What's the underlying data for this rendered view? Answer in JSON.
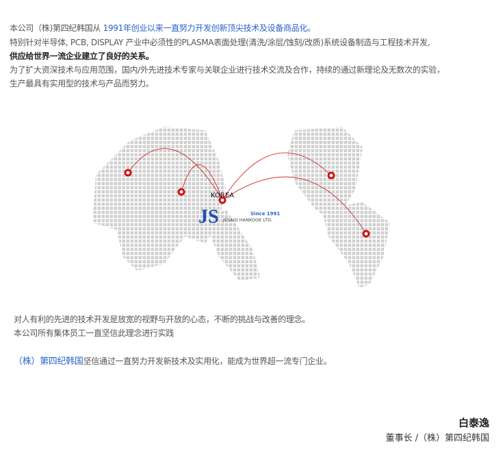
{
  "intro": {
    "l1a": "本公司（株)第四纪韩国从 ",
    "l1b": "1991年创业以来一直努力开发创新顶尖技术及设备商品化。",
    "l2": "特别针对半导体, PCB, DISPLAY 产业中必须性的PLASMA表面处理(清洗/涂层/蚀刻/改质)系统设备制造与工程技术开发,",
    "l3": "供应给世界一流企业建立了良好的关系。",
    "l4": "为了扩大资深技术与应用范围，国内/外先进技术专家与关联企业进行技术交流及合作，持续的通过新理论及无数次的实验，",
    "l5": "生产最具有实用型的技术与产品而努力。"
  },
  "map": {
    "korea_label": "KOREA",
    "logo_text": "JS",
    "since": "Since 1991",
    "company_en": "JESAGI HANKOOK LTD.",
    "accent": "#cc1111"
  },
  "philosophy": {
    "l1": "对人有利的先进的技术开发是放宽的视野与开放的心态，不断的挑战与改善的理念。",
    "l2": "本公司所有集体员工一直坚信此理念进行实践"
  },
  "mission": {
    "company": "（株）第四纪韩国",
    "text": "坚信通过一直努力开发新技术及实用化，能成为世界超一流专门企业。"
  },
  "signature": {
    "name": "白泰逸",
    "title": "董事长 /（株）第四纪韩国"
  }
}
